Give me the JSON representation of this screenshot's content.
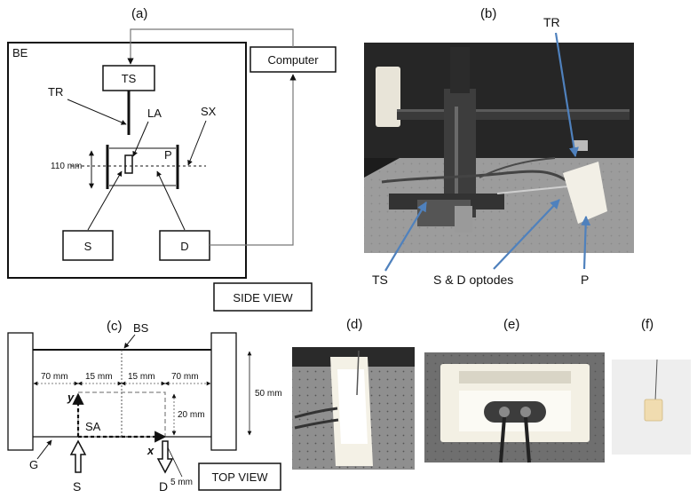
{
  "panels": {
    "a": "(a)",
    "b": "(b)",
    "c": "(c)",
    "d": "(d)",
    "e": "(e)",
    "f": "(f)"
  },
  "panel_a": {
    "be": "BE",
    "computer": "Computer",
    "ts": "TS",
    "tr": "TR",
    "la": "LA",
    "sx": "SX",
    "p": "P",
    "dim": "110 mm",
    "s": "S",
    "d": "D",
    "side_view": "SIDE VIEW"
  },
  "panel_b": {
    "tr": "TR",
    "ts": "TS",
    "optodes": "S & D optodes",
    "p": "P"
  },
  "panel_c": {
    "bs": "BS",
    "d70a": "70 mm",
    "d15a": "15 mm",
    "d15b": "15 mm",
    "d70b": "70 mm",
    "d50": "50 mm",
    "d20": "20 mm",
    "d5": "5 mm",
    "y": "y",
    "x": "x",
    "sa": "SA",
    "g": "G",
    "s": "S",
    "d": "D",
    "top_view": "TOP VIEW"
  },
  "colors": {
    "arrow_blue": "#4f81bd",
    "photo_dark": "#1f1f1f",
    "phantom": "#f2efe6"
  }
}
